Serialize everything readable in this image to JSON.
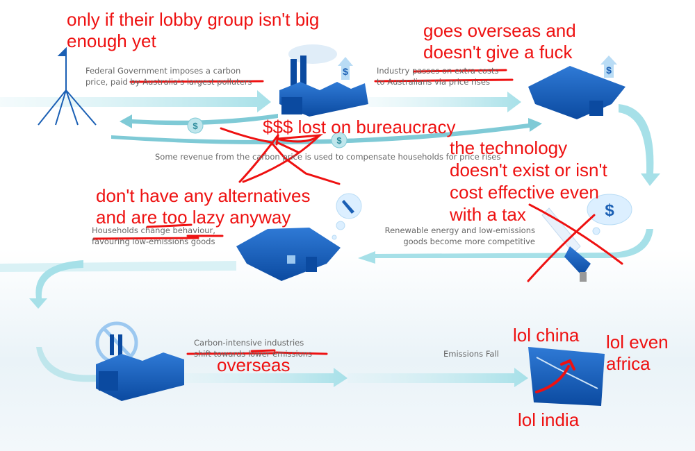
{
  "diagram": {
    "captions": {
      "government": [
        "Federal Government imposes a carbon",
        "price, paid by Australia's largest polluters"
      ],
      "industry": [
        "Industry passes on extra costs",
        "to Australians via price rises"
      ],
      "compensation": "Some revenue from the carbon price is used to compensate households for price rises",
      "households": [
        "Households change behaviour,",
        "favouring low-emissions goods"
      ],
      "renewables": [
        "Renewable energy and low-emissions",
        "goods become more competitive"
      ],
      "industries_shift": [
        "Carbon-intensive industries",
        "shift towards lower emissions"
      ],
      "emissions": "Emissions Fall"
    },
    "coin_symbol": "$"
  },
  "annotations": {
    "lobby": [
      "only if their lobby group isn't big",
      "enough yet"
    ],
    "overseas_industry": [
      "goes overseas and",
      "doesn't give a fuck"
    ],
    "bureaucracy": "$$$ lost on bureaucracy",
    "technology": [
      "the technology",
      "doesn't exist or isn't",
      "cost effective even",
      "with a tax"
    ],
    "alternatives": [
      "don't have any alternatives",
      "and are too lazy anyway"
    ],
    "overseas": "overseas",
    "china": "lol china",
    "africa": [
      "lol even",
      "africa"
    ],
    "india": "lol india"
  },
  "colors": {
    "annotation": "#ee1111",
    "icon_blue": "#1a5fb4",
    "arrow": "#8fd3de",
    "caption": "#666666"
  }
}
